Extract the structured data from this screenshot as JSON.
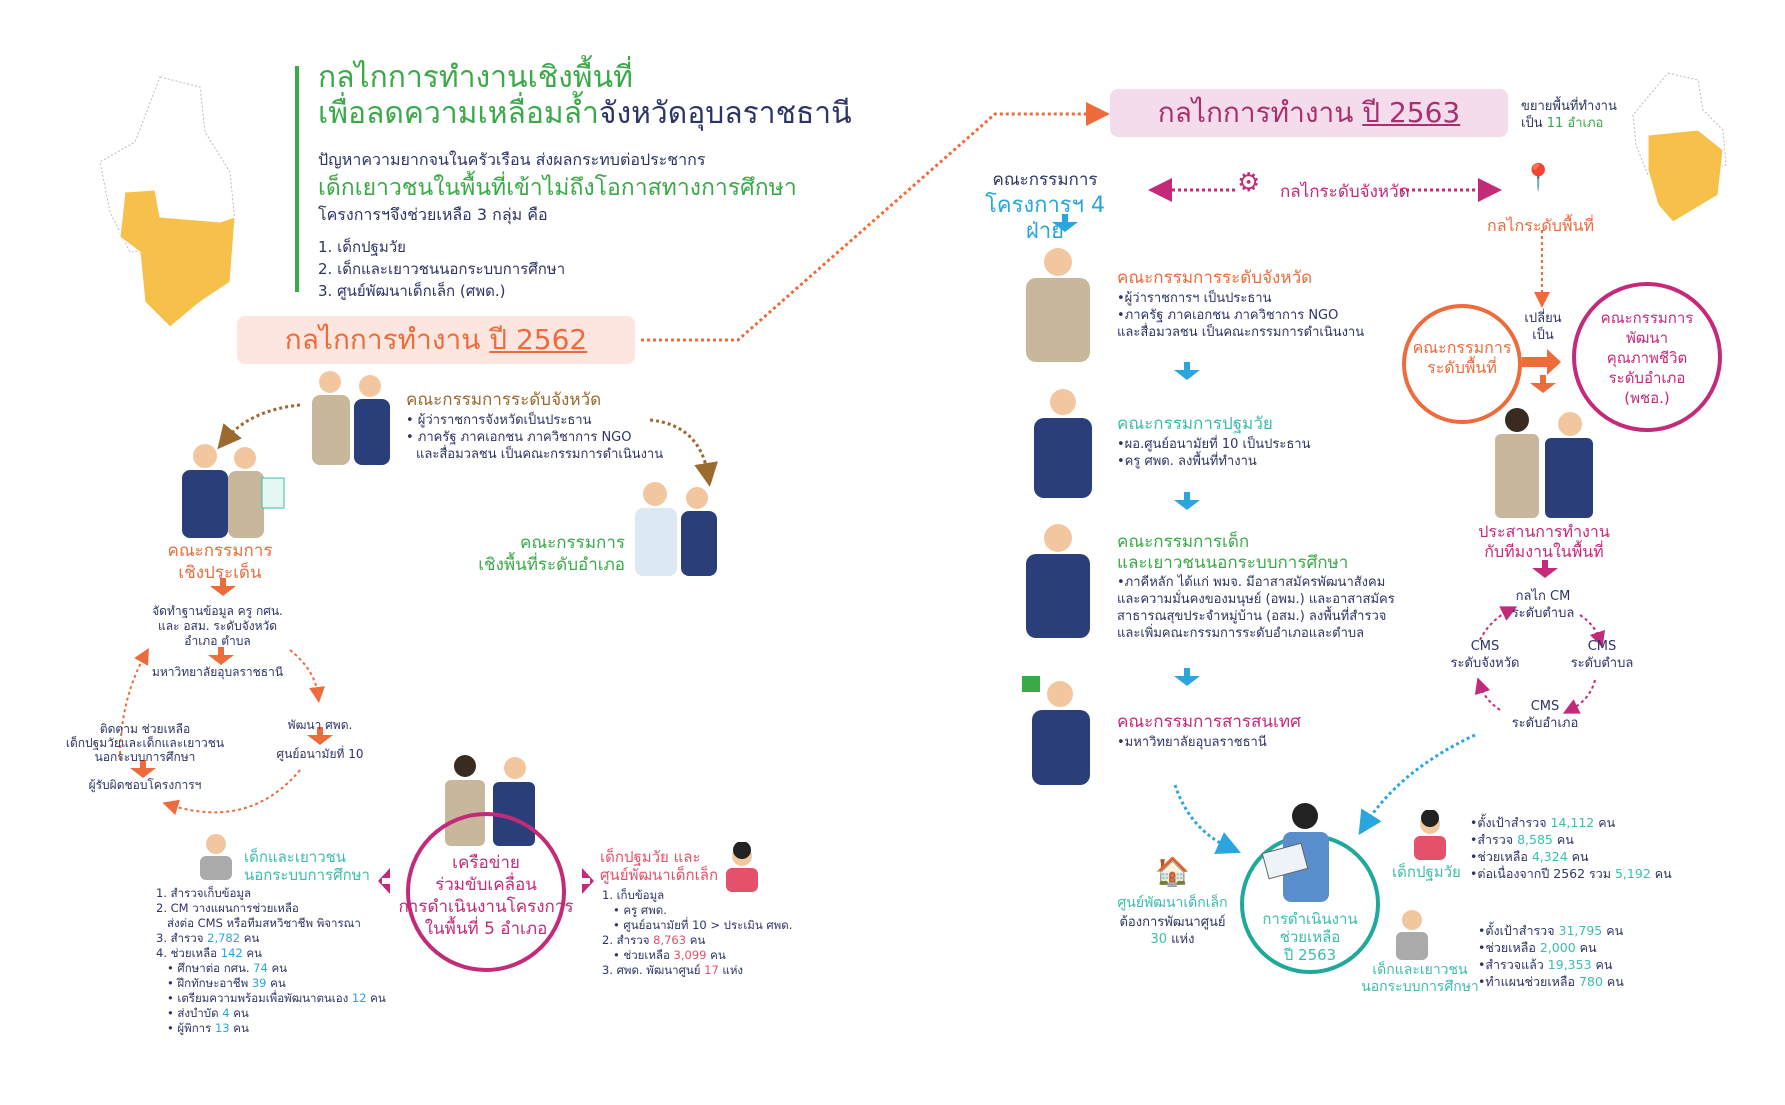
{
  "header": {
    "title_line1": "กลไกการทำงานเชิงพื้นที่",
    "title_line2a": "เพื่อลดความเหลื่อมล้ำ",
    "title_line2b": "จังหวัดอุบลราชธานี",
    "problem": "ปัญหาความยากจนในครัวเรือน ส่งผลกระทบต่อประชากร",
    "problem_highlight": "เด็กเยาวชนในพื้นที่เข้าไม่ถึงโอกาสทางการศึกษา",
    "help_intro": "โครงการฯจึงช่วยเหลือ 3 กลุ่ม คือ",
    "groups": [
      "1. เด็กปฐมวัย",
      "2. เด็กและเยาวชนนอกระบบการศึกษา",
      "3. ศูนย์พัฒนาเด็กเล็ก (ศพด.)"
    ]
  },
  "y2562": {
    "label": "กลไกการทำงาน ",
    "year": "ปี 2562",
    "province": {
      "title": "คณะกรรมการระดับจังหวัด",
      "bullets": [
        "• ผู้ว่าราชการจังหวัดเป็นประธาน",
        "• ภาครัฐ ภาคเอกชน ภาควิชาการ NGO",
        "และสื่อมวลชน เป็นคณะกรรมการดำเนินงาน"
      ]
    },
    "issue": {
      "line1": "คณะกรรมการ",
      "line2": "เชิงประเด็น"
    },
    "district": {
      "line1": "คณะกรรมการ",
      "line2": "เชิงพื้นที่ระดับอำเภอ"
    },
    "cycle": {
      "database": [
        "จัดทำฐานข้อมูล ครู กศน.",
        "และ อสม. ระดับจังหวัด",
        "อำเภอ ตำบล"
      ],
      "university": "มหาวิทยาลัยอุบลราชธานี",
      "develop": "พัฒนา ศพด.",
      "health": "ศูนย์อนามัยที่ 10",
      "follow": [
        "ติดตาม ช่วยเหลือ",
        "เด็กปฐมวัยและเด็กและเยาวชน",
        "นอกระบบการศึกษา"
      ],
      "owner": "ผู้รับผิดชอบโครงการฯ"
    },
    "network": [
      "เครือข่าย",
      "ร่วมขับเคลื่อน",
      "การดำเนินงานโครงการ",
      "ในพื้นที่ 5 อำเภอ"
    ],
    "out_of_school": {
      "title1": "เด็กและเยาวชน",
      "title2": "นอกระบบการศึกษา",
      "items": [
        [
          "1. สำรวจเก็บข้อมูล",
          "",
          ""
        ],
        [
          "2. CM วางแผนการช่วยเหลือ",
          "",
          ""
        ],
        [
          "   ส่งต่อ CMS หรือทีมสหวิชาชีพ พิจารณา",
          "",
          ""
        ],
        [
          "3. สำรวจ ",
          "2,782",
          " คน"
        ],
        [
          "4. ช่วยเหลือ ",
          "142",
          " คน"
        ],
        [
          "   • ศึกษาต่อ กศน. ",
          "74",
          " คน"
        ],
        [
          "   • ฝึกทักษะอาชีพ ",
          "39",
          " คน"
        ],
        [
          "   • เตรียมความพร้อมเพื่อพัฒนาตนเอง ",
          "12",
          " คน"
        ],
        [
          "   • ส่งบำบัด ",
          "4",
          " คน"
        ],
        [
          "   • ผู้พิการ ",
          "13",
          " คน"
        ]
      ]
    },
    "early": {
      "title1": "เด็กปฐมวัย และ",
      "title2": "ศูนย์พัฒนาเด็กเล็ก",
      "items": [
        [
          "1. เก็บข้อมูล",
          "",
          ""
        ],
        [
          "   • ครู ศพด.",
          "",
          ""
        ],
        [
          "   • ศูนย์อนามัยที่ 10 > ประเมิน ศพด.",
          "",
          ""
        ],
        [
          "2. สำรวจ ",
          "8,763",
          " คน"
        ],
        [
          "   • ช่วยเหลือ ",
          "3,099",
          " คน"
        ],
        [
          "3. ศพด. พัฒนาศูนย์ ",
          "17",
          " แห่ง"
        ]
      ]
    }
  },
  "y2563": {
    "label": "กลไกการทำงาน ",
    "year": "ปี 2563",
    "expand1": "ขยายพื้นที่ทำงาน",
    "expand2a": "เป็น ",
    "expand2b": "11 อำเภอ",
    "committee4": {
      "line1": "คณะกรรมการ",
      "line2": "โครงการฯ 4 ฝ่าย"
    },
    "province_mech": "กลไกระดับจังหวัด",
    "area_mech": "กลไกระดับพื้นที่",
    "committees": [
      {
        "title": "คณะกรรมการระดับจังหวัด",
        "lines": [
          "•ผู้ว่าราชการฯ เป็นประธาน",
          "•ภาครัฐ ภาคเอกชน ภาควิชาการ NGO",
          " และสื่อมวลชน เป็นคณะกรรมการดำเนินงาน"
        ]
      },
      {
        "title": "คณะกรรมการปฐมวัย",
        "lines": [
          "•ผอ.ศูนย์อนามัยที่ 10 เป็นประธาน",
          "•ครู ศพด. ลงพื้นที่ทำงาน"
        ]
      },
      {
        "title": "คณะกรรมการเด็ก",
        "title2": "และเยาวชนนอกระบบการศึกษา",
        "lines": [
          "•ภาคีหลัก ได้แก่ พมจ. มีอาสาสมัครพัฒนาสังคม",
          " และความมั่นคงของมนุษย์ (อพม.) และอาสาสมัคร",
          " สาธารณสุขประจำหมู่บ้าน (อสม.) ลงพื้นที่สำรวจ",
          " และเพิ่มคณะกรรมการระดับอำเภอและตำบล"
        ]
      },
      {
        "title": "คณะกรรมการสารสนเทศ",
        "lines": [
          "•มหาวิทยาลัยอุบลราชธานี"
        ]
      }
    ],
    "area_committee": [
      "คณะกรรมการ",
      "ระดับพื้นที่"
    ],
    "change_to": [
      "เปลี่ยน",
      "เป็น"
    ],
    "qol_committee": [
      "คณะกรรมการ",
      "พัฒนา",
      "คุณภาพชีวิต",
      "ระดับอำเภอ",
      "(พชอ.)"
    ],
    "coordinate": [
      "ประสานการทำงาน",
      "กับทีมงานในพื้นที่"
    ],
    "cms": {
      "top": [
        "กลไก CM",
        "ระดับตำบล"
      ],
      "right": [
        "CMS",
        "ระดับตำบล"
      ],
      "bottom": [
        "CMS",
        "ระดับอำเภอ"
      ],
      "left": [
        "CMS",
        "ระดับจังหวัด"
      ]
    },
    "ops": [
      "การดำเนินงาน",
      "ช่วยเหลือ",
      "ปี 2563"
    ],
    "ecd_center": {
      "title": "ศูนย์พัฒนาเด็กเล็ก",
      "line2": "ต้องการพัฒนาศูนย์",
      "count": "30",
      "unit": " แห่ง"
    },
    "early": {
      "title": "เด็กปฐมวัย",
      "items": [
        [
          "•ตั้งเป้าสำรวจ ",
          "14,112",
          " คน"
        ],
        [
          "•สำรวจ ",
          "8,585",
          " คน"
        ],
        [
          "•ช่วยเหลือ ",
          "4,324",
          " คน"
        ],
        [
          "•ต่อเนื่องจากปี 2562 รวม ",
          "5,192",
          " คน"
        ]
      ]
    },
    "out_of_school": {
      "title1": "เด็กและเยาวชน",
      "title2": "นอกระบบการศึกษา",
      "items": [
        [
          "•ตั้งเป้าสำรวจ ",
          "31,795",
          " คน"
        ],
        [
          "•ช่วยเหลือ ",
          "2,000",
          " คน"
        ],
        [
          "•สำรวจแล้ว ",
          "19,353",
          " คน"
        ],
        [
          "•ทำแผนช่วยเหลือ ",
          "780",
          " คน"
        ]
      ]
    }
  },
  "colors": {
    "green": "#3aaa48",
    "orange": "#ee6b3b",
    "pink": "#c42a7a",
    "teal": "#3dbcae",
    "blue": "#29a6dd",
    "navy": "#2d3566",
    "map_highlight": "#f7c04a"
  }
}
